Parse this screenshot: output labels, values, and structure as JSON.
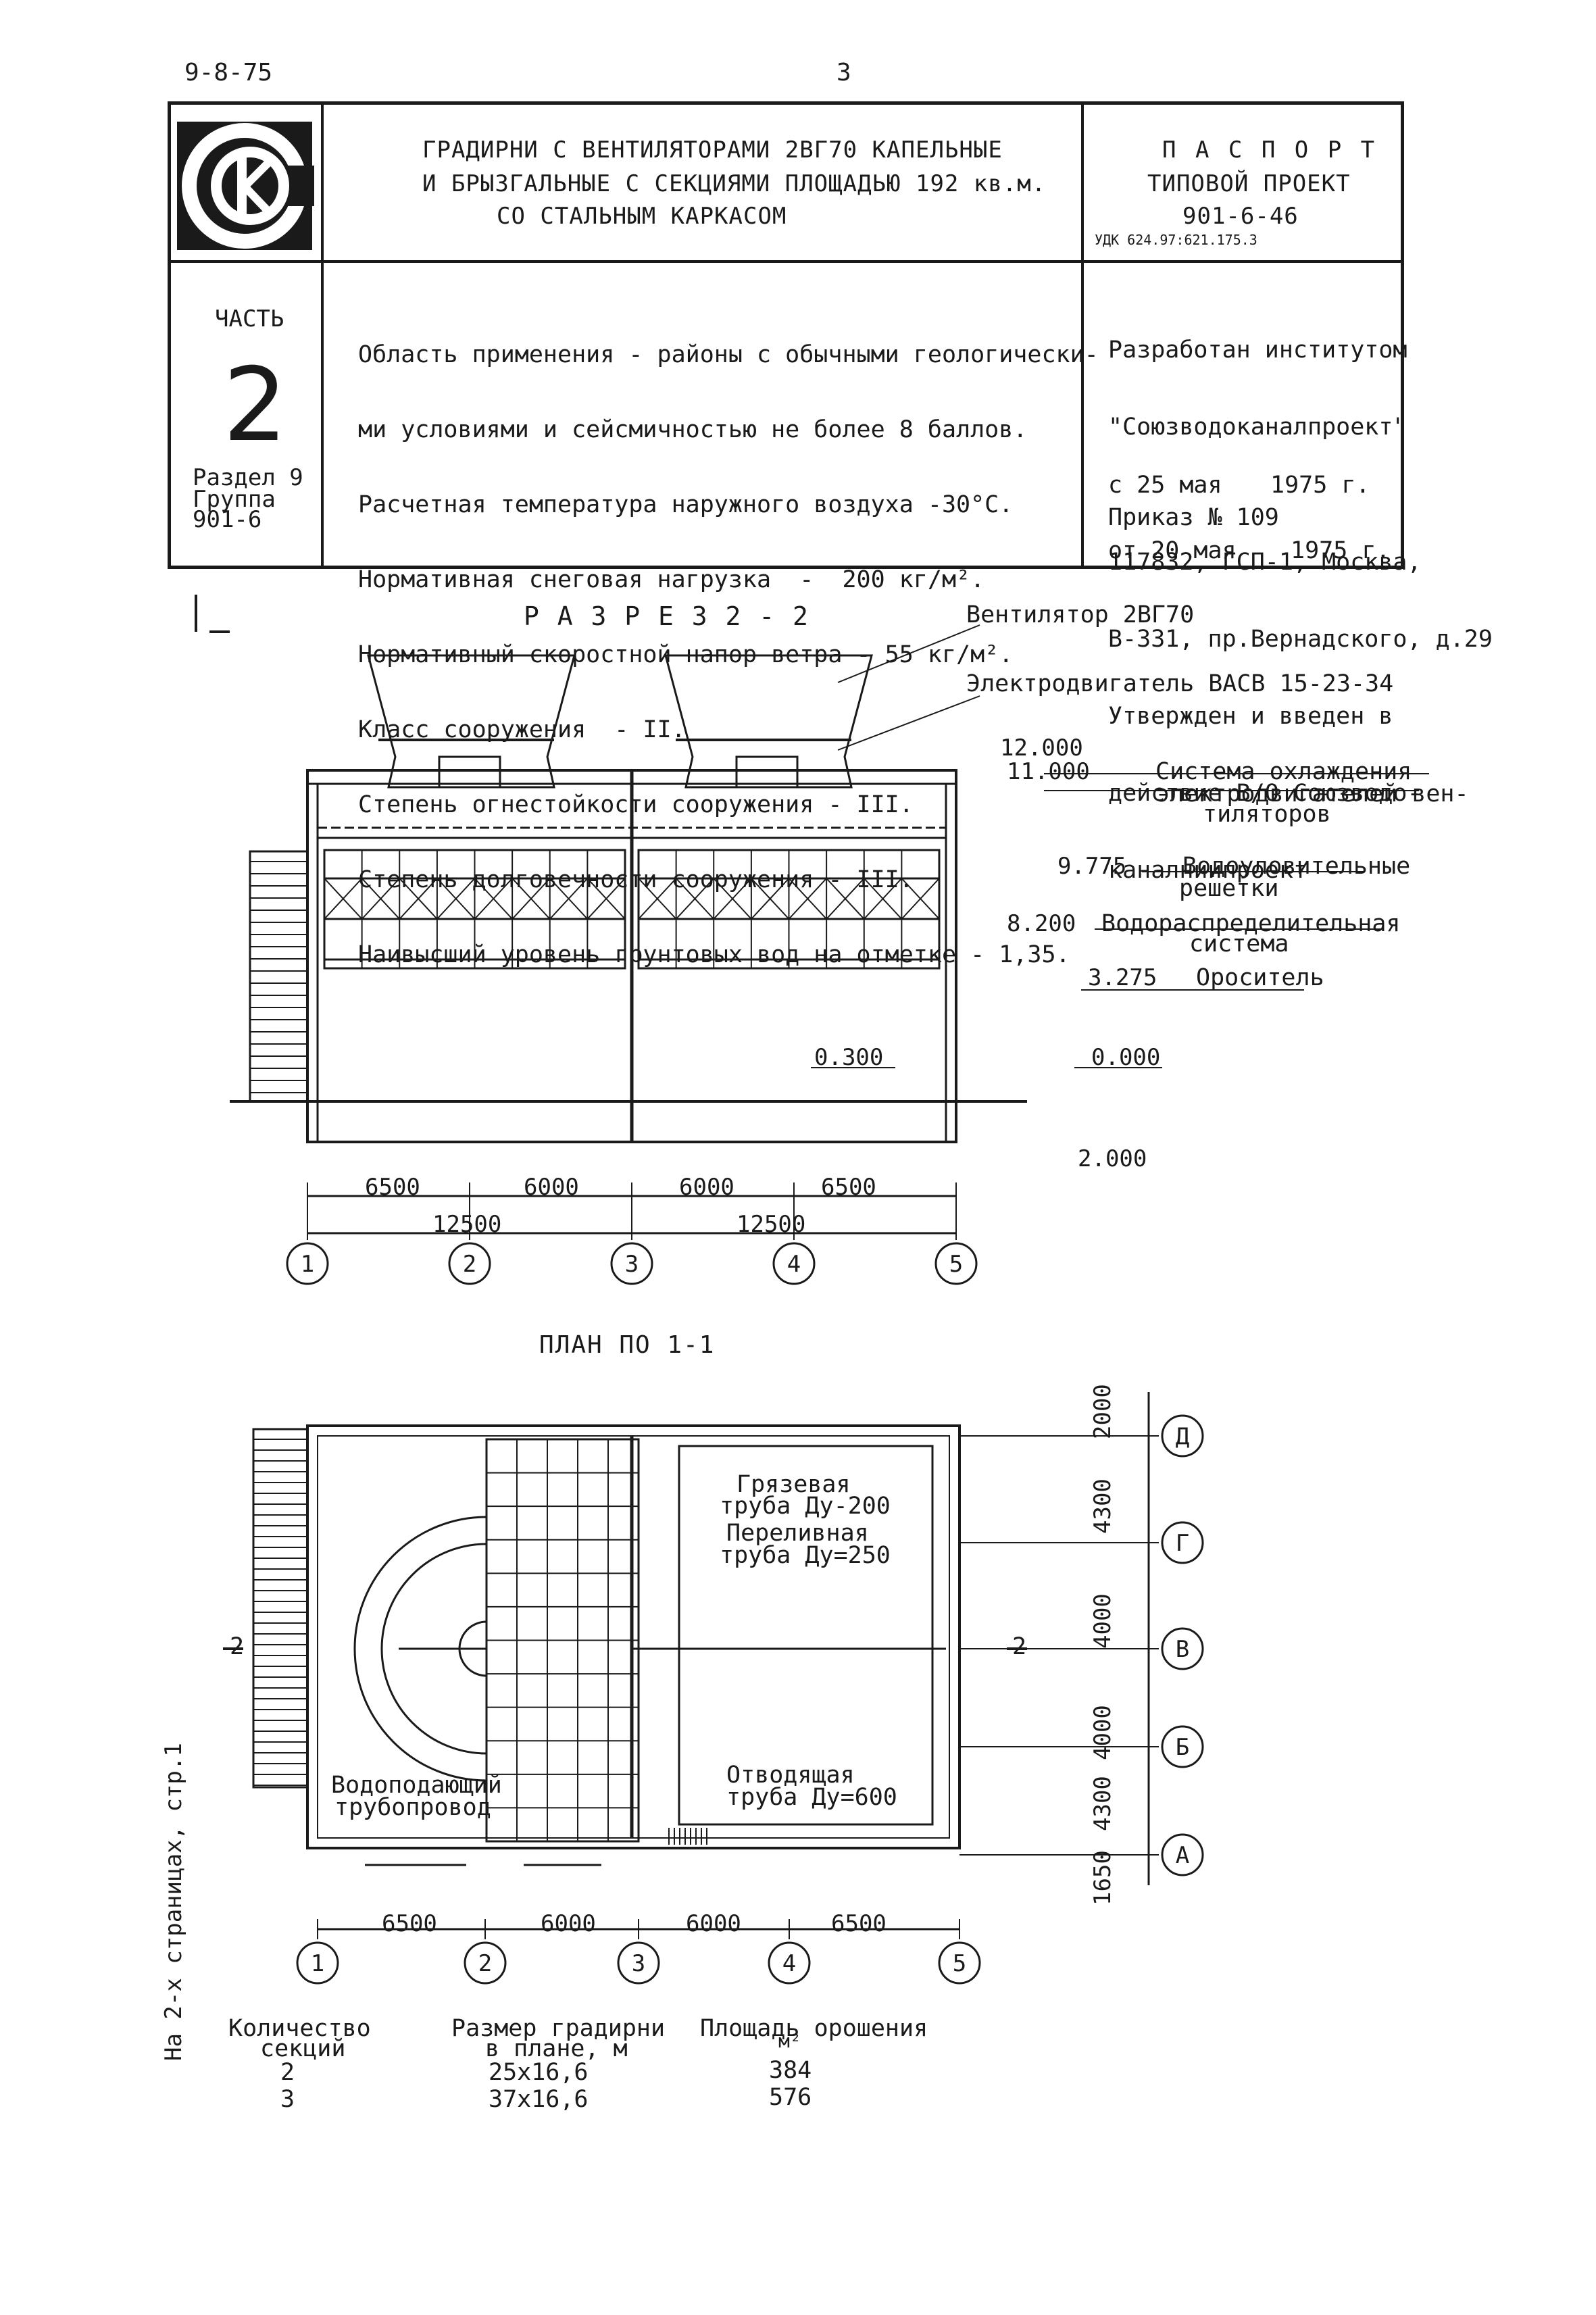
{
  "sheet": {
    "code": "9-8-75",
    "page": "3"
  },
  "header": {
    "title_lines": [
      "ГРАДИРНИ С ВЕНТИЛЯТОРАМИ 2ВГ70 КАПЕЛЬНЫЕ",
      "И БРЫЗГАЛЬНЫЕ С СЕКЦИЯМИ ПЛОЩАДЬЮ 192 кв.м.",
      "СО СТАЛЬНЫМ КАРКАСОМ"
    ],
    "passport_lines": [
      "П А С П О Р Т",
      "ТИПОВОЙ ПРОЕКТ",
      "901-6-46",
      "УДК 624.97:621.175.3"
    ],
    "part_label": "ЧАСТЬ",
    "part_number": "2",
    "section_lines": [
      "Раздел 9",
      "Группа",
      "901-6"
    ],
    "scope_lines": [
      "Область применения - районы с обычными геологически-",
      "ми условиями и сейсмичностью не более 8 баллов.",
      "Расчетная температура наружного воздуха -30°С.",
      "Нормативная снеговая нагрузка  -  200 кг/м².",
      "Нормативный скоростной напор ветра - 55 кг/м².",
      "Класс сооружения  - II.",
      "Степень огнестойкости сооружения - III.",
      "Степень долговечности сооружения - III.",
      "Наивысший уровень грунтовых вод на отметке - 1,35."
    ],
    "developer_lines": [
      "Разработан институтом",
      "\"Союзводоканалпроект\"",
      "117832, ГСП-1, Москва,",
      "В-331, пр.Вернадского, д.29",
      "Утвержден и введен в",
      "действие В/О Союзводо-",
      "каналниипроект"
    ],
    "approval": {
      "from_text": "с 25 мая",
      "from_year": "1975 г.",
      "order_text": "Приказ № 109",
      "date_text": "от 20 мая",
      "date_year": "1975 г."
    }
  },
  "section": {
    "title": "Р А З Р Е З  2 - 2",
    "cut_mark": "1",
    "labels": {
      "fan": "Вентилятор 2ВГ70",
      "motor": "Электродвигатель ВАСВ 15-23-34",
      "cooling_1": "Система охлаждения",
      "cooling_2": "электродвигателей вен-",
      "cooling_3": "тиляторов",
      "catcher_1": "Водоуловительные",
      "catcher_2": "решетки",
      "distrib_1": "Водораспределительная",
      "distrib_2": "система",
      "fill": "Ороситель"
    },
    "elevations": {
      "e1": "12.000",
      "e2": "11.000",
      "e3": "9.775",
      "e4": "8.200",
      "e5": "3.275",
      "e6": "0.300",
      "e7": "0.000",
      "e8": "2.000"
    },
    "dims": {
      "d1": "6500",
      "d2": "6000",
      "d3": "6000",
      "d4": "6500",
      "s1": "12500",
      "s2": "12500"
    },
    "axes": [
      "1",
      "2",
      "3",
      "4",
      "5"
    ]
  },
  "plan": {
    "title": "ПЛАН ПО 1-1",
    "cut_left": "2",
    "cut_right": "2",
    "labels": {
      "dirt_1": "Грязевая",
      "dirt_2": "труба Ду-200",
      "overflow_1": "Переливная",
      "overflow_2": "труба Ду=250",
      "outlet_1": "Отводящая",
      "outlet_2": "труба Ду=600",
      "supply_1": "Водоподающий",
      "supply_2": "трубопровод"
    },
    "dims": {
      "d1": "6500",
      "d2": "6000",
      "d3": "6000",
      "d4": "6500"
    },
    "vdims": [
      "2000",
      "4300",
      "4000",
      "4000",
      "4300",
      "1650"
    ],
    "axes": [
      "1",
      "2",
      "3",
      "4",
      "5"
    ],
    "row_axes": [
      "Д",
      "Г",
      "В",
      "Б",
      "А"
    ]
  },
  "side_note": "На 2-х страницах, стр.1",
  "table": {
    "headers": [
      [
        "Количество",
        "секций"
      ],
      [
        "Размер градирни",
        "в плане, м"
      ],
      [
        "Площадь орошения",
        "м²"
      ]
    ],
    "rows": [
      [
        "2",
        "25x16,6",
        "384"
      ],
      [
        "3",
        "37x16,6",
        "576"
      ]
    ]
  }
}
